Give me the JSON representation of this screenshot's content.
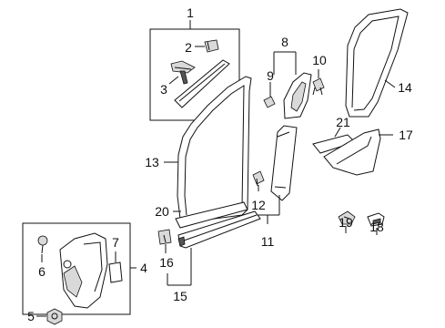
{
  "callouts": {
    "c1": "1",
    "c2": "2",
    "c3": "3",
    "c4": "4",
    "c5": "5",
    "c6": "6",
    "c7": "7",
    "c8": "8",
    "c9": "9",
    "c10": "10",
    "c11": "11",
    "c12": "12",
    "c13": "13",
    "c14": "14",
    "c15": "15",
    "c16": "16",
    "c17": "17",
    "c18": "18",
    "c19": "19",
    "c20": "20",
    "c21": "21"
  },
  "colors": {
    "line": "#111111",
    "fill": "#ffffff",
    "shade": "#d9d9d9"
  }
}
